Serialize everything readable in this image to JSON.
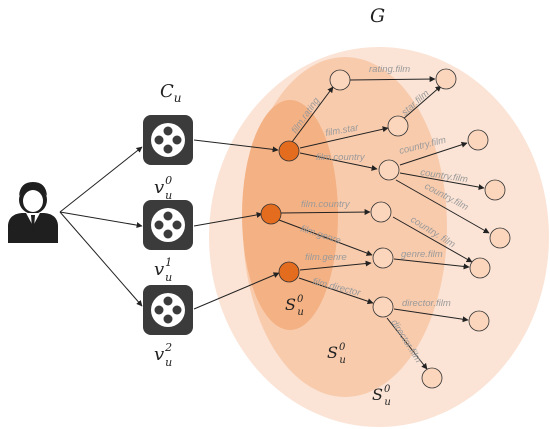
{
  "graph_label": "G",
  "candidate_label": "C",
  "candidate_sub": "u",
  "item_labels": [
    {
      "base": "v",
      "sub": "u",
      "sup": "0"
    },
    {
      "base": "v",
      "sub": "u",
      "sup": "1"
    },
    {
      "base": "v",
      "sub": "u",
      "sup": "2"
    }
  ],
  "set_labels": [
    {
      "base": "S",
      "sub": "u",
      "sup": "0"
    },
    {
      "base": "S",
      "sub": "u",
      "sup": "0"
    },
    {
      "base": "S",
      "sub": "u",
      "sup": "0"
    }
  ],
  "edge_labels": {
    "rating_film": "rating.film",
    "film_rating": "film.rating",
    "film_star_1": "film.star",
    "star_film": "star.film",
    "film_country_1": "film.country",
    "country_film_1": "country.film",
    "country_film_2": "country.film",
    "country_film_3": "country.film",
    "film_country_2": "film.country",
    "country_film_4": "country. film",
    "film_genre_1": "film.genre",
    "genre_film": "genre.film",
    "film_genre_2": "film.genre",
    "film_director": "film.director",
    "director_film_1": "director.film",
    "director_film_2": "director.film"
  },
  "colors": {
    "outer_region": "#fbe4d6",
    "middle_region": "#f8cbad",
    "inner_region": "#f4b183",
    "seed_node": "#e46c1f",
    "neighbor_node": "#fbd6bc",
    "item_icon": "#3b3b3b",
    "user_icon": "#1f1f1f"
  }
}
